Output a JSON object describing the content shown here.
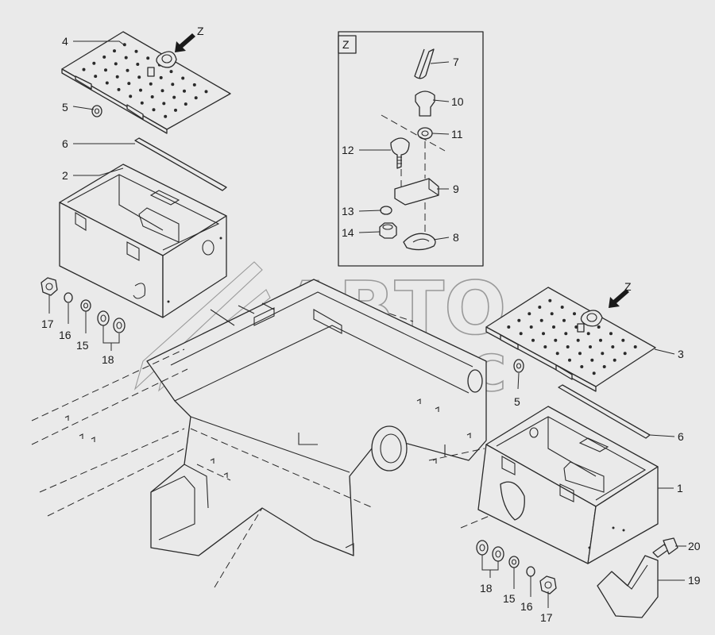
{
  "watermark": {
    "line1": "АВТО",
    "line2": "АЛЬЯНС"
  },
  "detail_view": {
    "title": "Z"
  },
  "view_arrows": [
    {
      "label": "Z"
    },
    {
      "label": "Z"
    }
  ],
  "callouts": {
    "c1": "1",
    "c2": "2",
    "c3": "3",
    "c4": "4",
    "c5a": "5",
    "c5b": "5",
    "c6a": "6",
    "c6b": "6",
    "c7": "7",
    "c8": "8",
    "c9": "9",
    "c10": "10",
    "c11": "11",
    "c12": "12",
    "c13": "13",
    "c14": "14",
    "c15a": "15",
    "c15b": "15",
    "c16a": "16",
    "c16b": "16",
    "c17a": "17",
    "c17b": "17",
    "c18a": "18",
    "c18b": "18",
    "c19": "19",
    "c20": "20"
  },
  "colors": {
    "background": "#eaeaea",
    "line": "#2a2a2a",
    "watermark": "#9a9a9a"
  }
}
